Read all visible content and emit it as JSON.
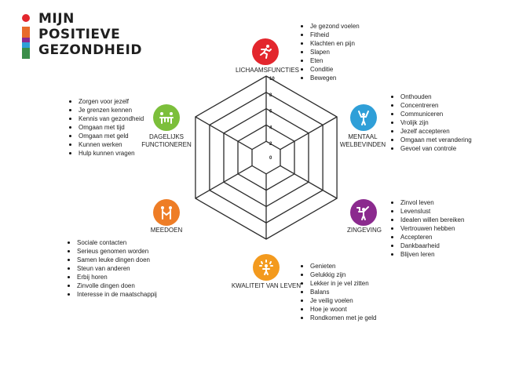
{
  "logo": {
    "line1": "MIJN",
    "line2": "POSITIEVE",
    "line3": "GEZONDHEID",
    "colors": [
      "#e3262d",
      "#e86b2b",
      "#8b2a8e",
      "#2f9fd8",
      "#7cbf3b"
    ]
  },
  "scale": {
    "ticks": [
      "0",
      "2",
      "4",
      "6",
      "8",
      "10"
    ]
  },
  "dimensions": [
    {
      "key": "lichaam",
      "label": "LICHAAMSFUNCTIES",
      "color": "#e3262d",
      "icon": "running-person-icon",
      "items": [
        "Je gezond voelen",
        "Fitheid",
        "Klachten en pijn",
        "Slapen",
        "Eten",
        "Conditie",
        "Bewegen"
      ]
    },
    {
      "key": "mentaal",
      "label_line1": "MENTAAL",
      "label_line2": "WELBEVINDEN",
      "color": "#2f9fd8",
      "icon": "person-arms-up-icon",
      "items": [
        "Onthouden",
        "Concentreren",
        "Communiceren",
        "Vrolijk zijn",
        "Jezelf accepteren",
        "Omgaan met verandering",
        "Gevoel van controle"
      ]
    },
    {
      "key": "zingeving",
      "label": "ZINGEVING",
      "color": "#8b2a8e",
      "icon": "person-reaching-icon",
      "items": [
        "Zinvol leven",
        "Levenslust",
        "Idealen willen bereiken",
        "Vertrouwen hebben",
        "Accepteren",
        "Dankbaarheid",
        "Blijven leren"
      ]
    },
    {
      "key": "kwaliteit",
      "label": "KWALITEIT VAN LEVEN",
      "color": "#f39a1e",
      "icon": "radiant-person-icon",
      "items": [
        "Genieten",
        "Gelukkig zijn",
        "Lekker in je vel zitten",
        "Balans",
        "Je veilig voelen",
        "Hoe je woont",
        "Rondkomen met je geld"
      ]
    },
    {
      "key": "meedoen",
      "label": "MEEDOEN",
      "color": "#ee7d26",
      "icon": "two-people-icon",
      "items": [
        "Sociale contacten",
        "Serieus genomen worden",
        "Samen leuke dingen doen",
        "Steun van anderen",
        "Erbij horen",
        "Zinvolle dingen doen",
        "Interesse in de maatschappij"
      ]
    },
    {
      "key": "dagelijks",
      "label_line1": "DAGELIJKS",
      "label_line2": "FUNCTIONEREN",
      "color": "#7cbf3b",
      "icon": "people-at-table-icon",
      "items": [
        "Zorgen voor jezelf",
        "Je grenzen kennen",
        "Kennis van gezondheid",
        "Omgaan met tijd",
        "Omgaan met geld",
        "Kunnen werken",
        "Hulp kunnen vragen"
      ]
    }
  ]
}
